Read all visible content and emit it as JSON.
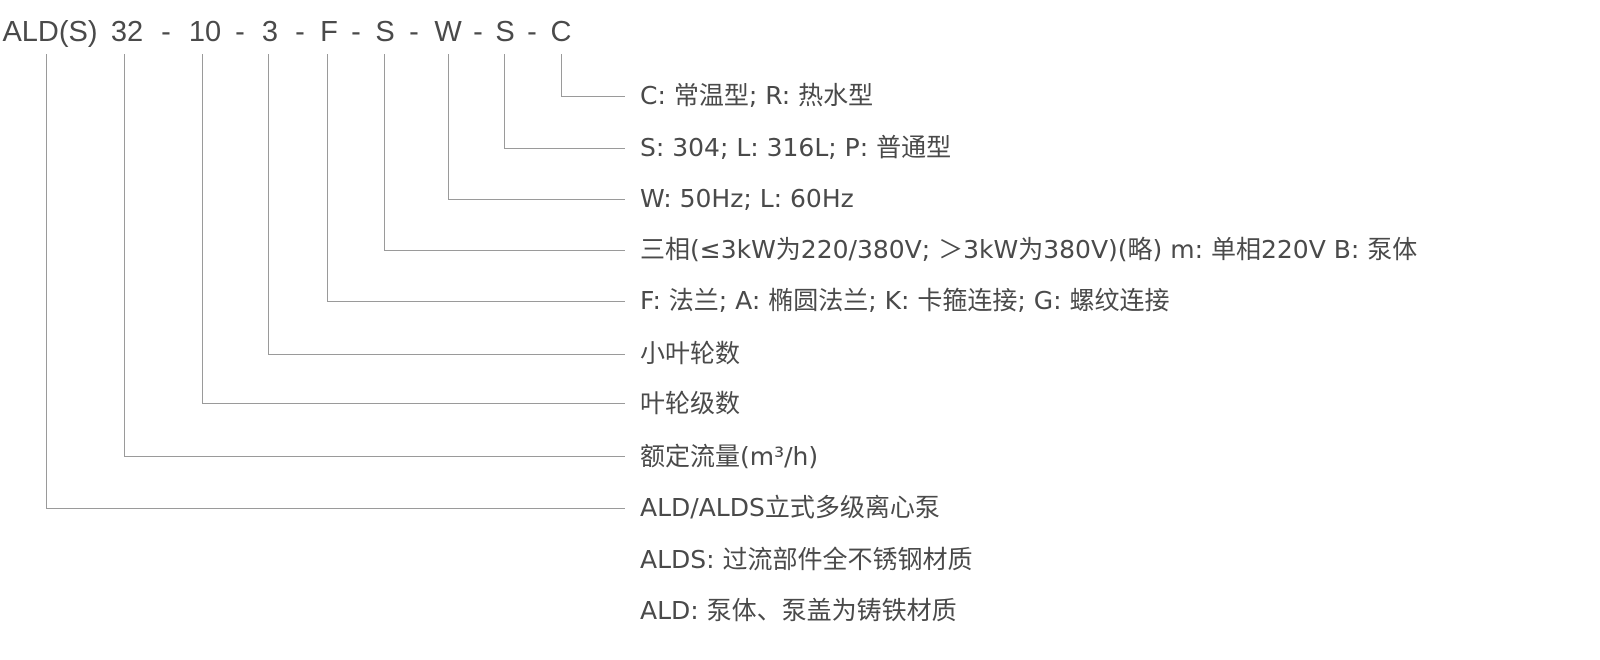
{
  "code_parts": [
    "ALD(S)",
    "32",
    "-",
    "10",
    "-",
    "3",
    "-",
    "F",
    "-",
    "S",
    "-",
    "W",
    "-",
    "S",
    "-",
    "C"
  ],
  "descriptions": [
    "C: 常温型; R: 热水型",
    "S: 304; L: 316L; P: 普通型",
    "W: 50Hz; L: 60Hz",
    "三相(≤3kW为220/380V; ＞3kW为380V)(略) m: 单相220V B: 泵体",
    "F: 法兰; A: 椭圆法兰; K: 卡箍连接; G: 螺纹连接",
    "小叶轮数",
    "叶轮级数",
    "额定流量(m³/h)",
    "ALD/ALDS立式多级离心泵",
    "ALDS: 过流部件全不锈钢材质",
    "ALD: 泵体、泵盖为铸铁材质"
  ],
  "colors": {
    "text": "#4a4a4a",
    "line": "#9a9a9a"
  }
}
